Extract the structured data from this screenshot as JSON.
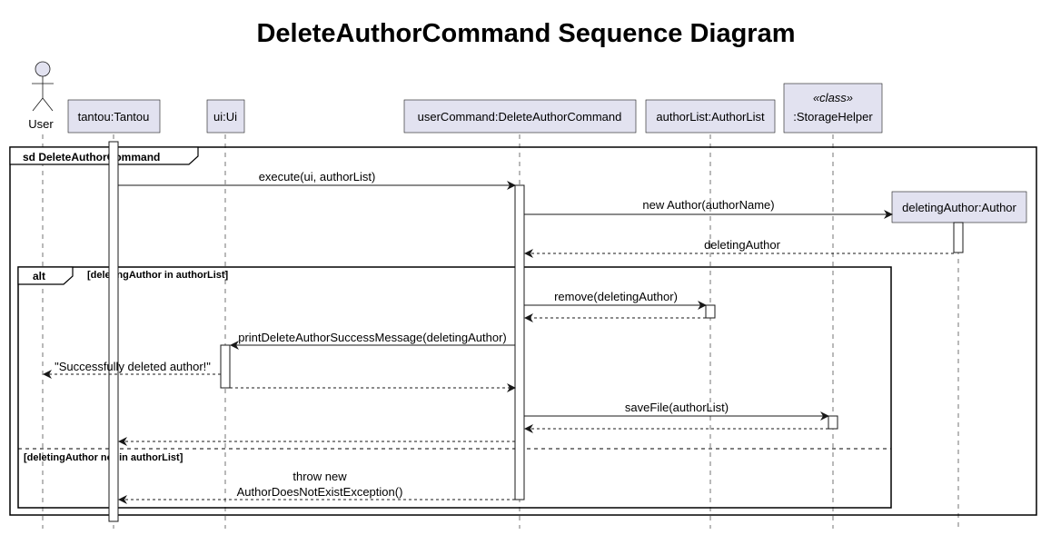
{
  "title": "DeleteAuthorCommand Sequence Diagram",
  "actor": {
    "label": "User"
  },
  "participants": [
    {
      "id": "tantou",
      "label": "tantou:Tantou"
    },
    {
      "id": "ui",
      "label": "ui:Ui"
    },
    {
      "id": "cmd",
      "label": "userCommand:DeleteAuthorCommand"
    },
    {
      "id": "authorlist",
      "label": "authorList:AuthorList"
    },
    {
      "id": "storage",
      "label": ":StorageHelper",
      "stereotype": "«class»"
    },
    {
      "id": "author",
      "label": "deletingAuthor:Author"
    }
  ],
  "outer_frame": {
    "keyword": "sd DeleteAuthorCommand"
  },
  "alt_frame": {
    "keyword": "alt",
    "guard_1": "[deletingAuthor in authorList]",
    "guard_2": "[deletingAuthor not in authorList]"
  },
  "messages": [
    {
      "from": "tantou",
      "to": "cmd",
      "label": "execute(ui, authorList)",
      "kind": "sync"
    },
    {
      "from": "cmd",
      "to": "author",
      "label": "new Author(authorName)",
      "kind": "create"
    },
    {
      "from": "author",
      "to": "cmd",
      "label": "deletingAuthor",
      "kind": "return"
    },
    {
      "from": "cmd",
      "to": "authorlist",
      "label": "remove(deletingAuthor)",
      "kind": "sync"
    },
    {
      "from": "authorlist",
      "to": "cmd",
      "label": "",
      "kind": "return"
    },
    {
      "from": "cmd",
      "to": "ui",
      "label": "printDeleteAuthorSuccessMessage(deletingAuthor)",
      "kind": "sync"
    },
    {
      "from": "ui",
      "to": "user",
      "label": "\"Successfully deleted author!\"",
      "kind": "return"
    },
    {
      "from": "ui",
      "to": "cmd",
      "label": "",
      "kind": "return"
    },
    {
      "from": "cmd",
      "to": "storage",
      "label": "saveFile(authorList)",
      "kind": "sync"
    },
    {
      "from": "storage",
      "to": "cmd",
      "label": "",
      "kind": "return"
    },
    {
      "from": "cmd",
      "to": "tantou",
      "label": "",
      "kind": "return"
    },
    {
      "from": "cmd",
      "to": "tantou",
      "label": "throw new AuthorDoesNotExistException()",
      "label_line1": "throw new",
      "label_line2": "AuthorDoesNotExistException()",
      "kind": "return"
    }
  ]
}
